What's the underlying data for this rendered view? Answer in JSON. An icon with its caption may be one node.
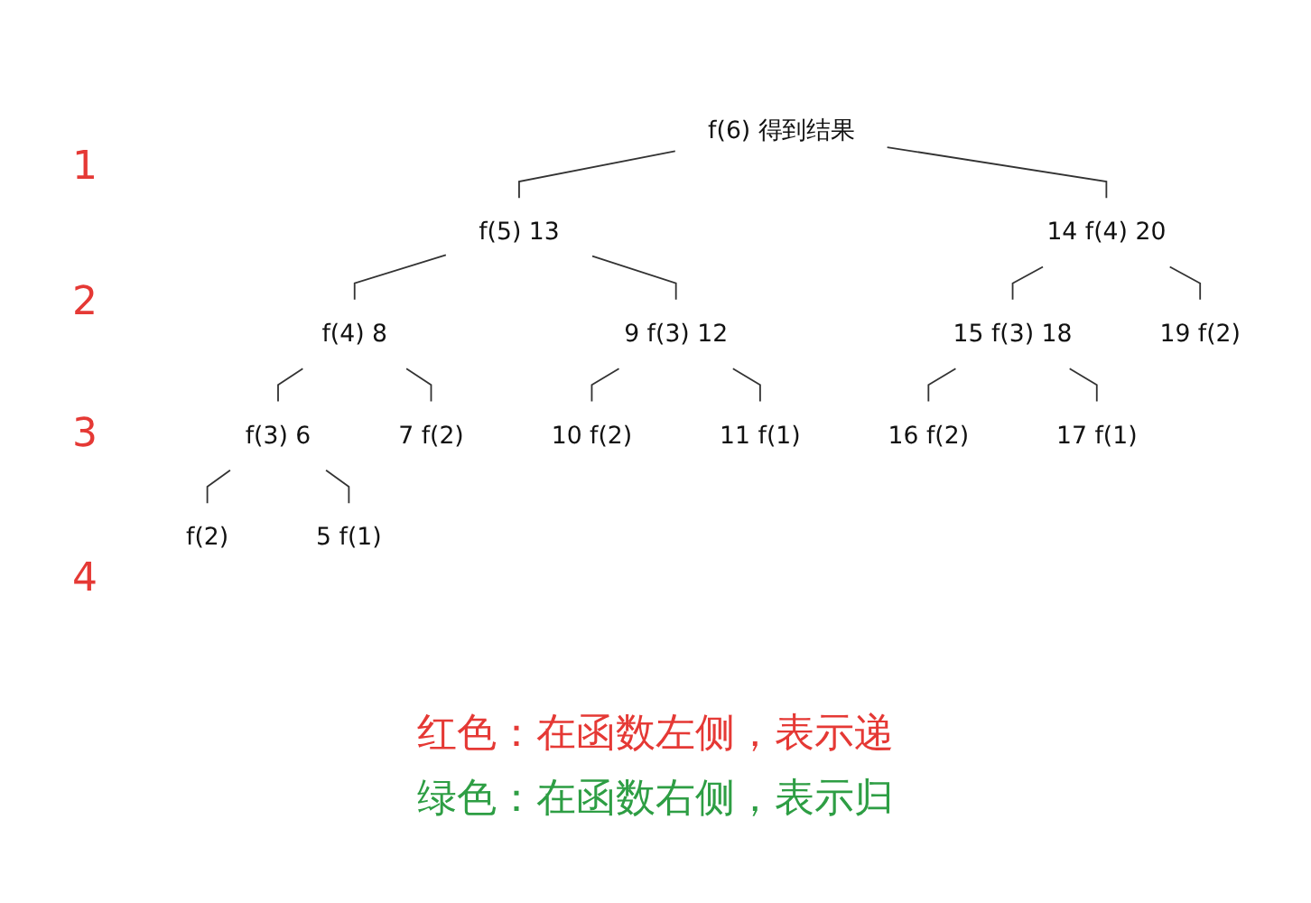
{
  "diagram": {
    "nodes": [
      {
        "text": [
          "f(6)"
        ],
        "beside": [
          "得到结果"
        ]
      },
      {
        "text": [
          "f(5)"
        ],
        "beside": [
          "13"
        ]
      },
      {
        "text": [
          "f(4)"
        ],
        "beside": [
          "14",
          "20"
        ]
      },
      {
        "text": [
          "f(4)"
        ],
        "beside": [
          "8"
        ]
      },
      {
        "text": [
          "f(3)"
        ],
        "beside": [
          "9",
          "12"
        ]
      },
      {
        "text": [
          "f(3)"
        ],
        "beside": [
          "15",
          "18"
        ]
      },
      {
        "text": [
          "f(2)"
        ],
        "beside": [
          "19"
        ]
      },
      {
        "text": [
          "f(3)"
        ],
        "beside": [
          "6"
        ]
      },
      {
        "text": [
          "f(2)"
        ],
        "beside": [
          "7"
        ]
      },
      {
        "text": [
          "f(2)"
        ],
        "beside": [
          "10"
        ]
      },
      {
        "text": [
          "f(1)"
        ],
        "beside": [
          "11"
        ]
      },
      {
        "text": [
          "f(2)"
        ],
        "beside": [
          "16"
        ]
      },
      {
        "text": [
          "f(1)"
        ],
        "beside": [
          "17"
        ]
      },
      {
        "text": [
          "f(2)"
        ]
      },
      {
        "text": [
          "f(1)"
        ],
        "beside": [
          "5"
        ]
      }
    ],
    "edges": [
      {
        "from": 0,
        "to": 1,
        "arrow": "none"
      },
      {
        "from": 0,
        "to": 2,
        "arrow": "none"
      },
      {
        "from": 1,
        "to": 3,
        "arrow": "none"
      },
      {
        "from": 1,
        "to": 4,
        "arrow": "none"
      },
      {
        "from": 2,
        "to": 5,
        "arrow": "none"
      },
      {
        "from": 2,
        "to": 6,
        "arrow": "none"
      },
      {
        "from": 3,
        "to": 7,
        "arrow": "none"
      },
      {
        "from": 3,
        "to": 8,
        "arrow": "none"
      },
      {
        "from": 4,
        "to": 9,
        "arrow": "none"
      },
      {
        "from": 4,
        "to": 10,
        "arrow": "none"
      },
      {
        "from": 5,
        "to": 11,
        "arrow": "none"
      },
      {
        "from": 5,
        "to": 12,
        "arrow": "none"
      },
      {
        "from": 7,
        "to": 13,
        "arrow": "none"
      },
      {
        "from": 7,
        "to": 14,
        "arrow": "none"
      }
    ],
    "labels": [
      "1",
      "2",
      "3",
      "4",
      "红色：在函数左侧，表示递",
      "绿色：在函数右侧，表示归"
    ]
  }
}
